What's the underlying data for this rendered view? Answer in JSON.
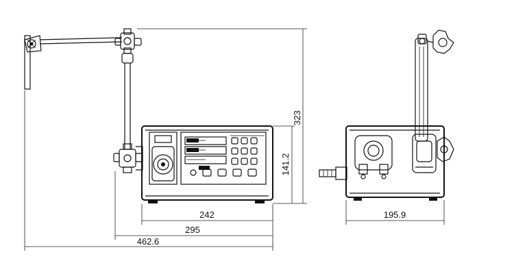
{
  "dimensions": {
    "front_panel_width": "242",
    "base_width": "295",
    "overall_width": "462.6",
    "overall_height": "323",
    "body_height": "141.2",
    "side_depth": "195.9"
  }
}
